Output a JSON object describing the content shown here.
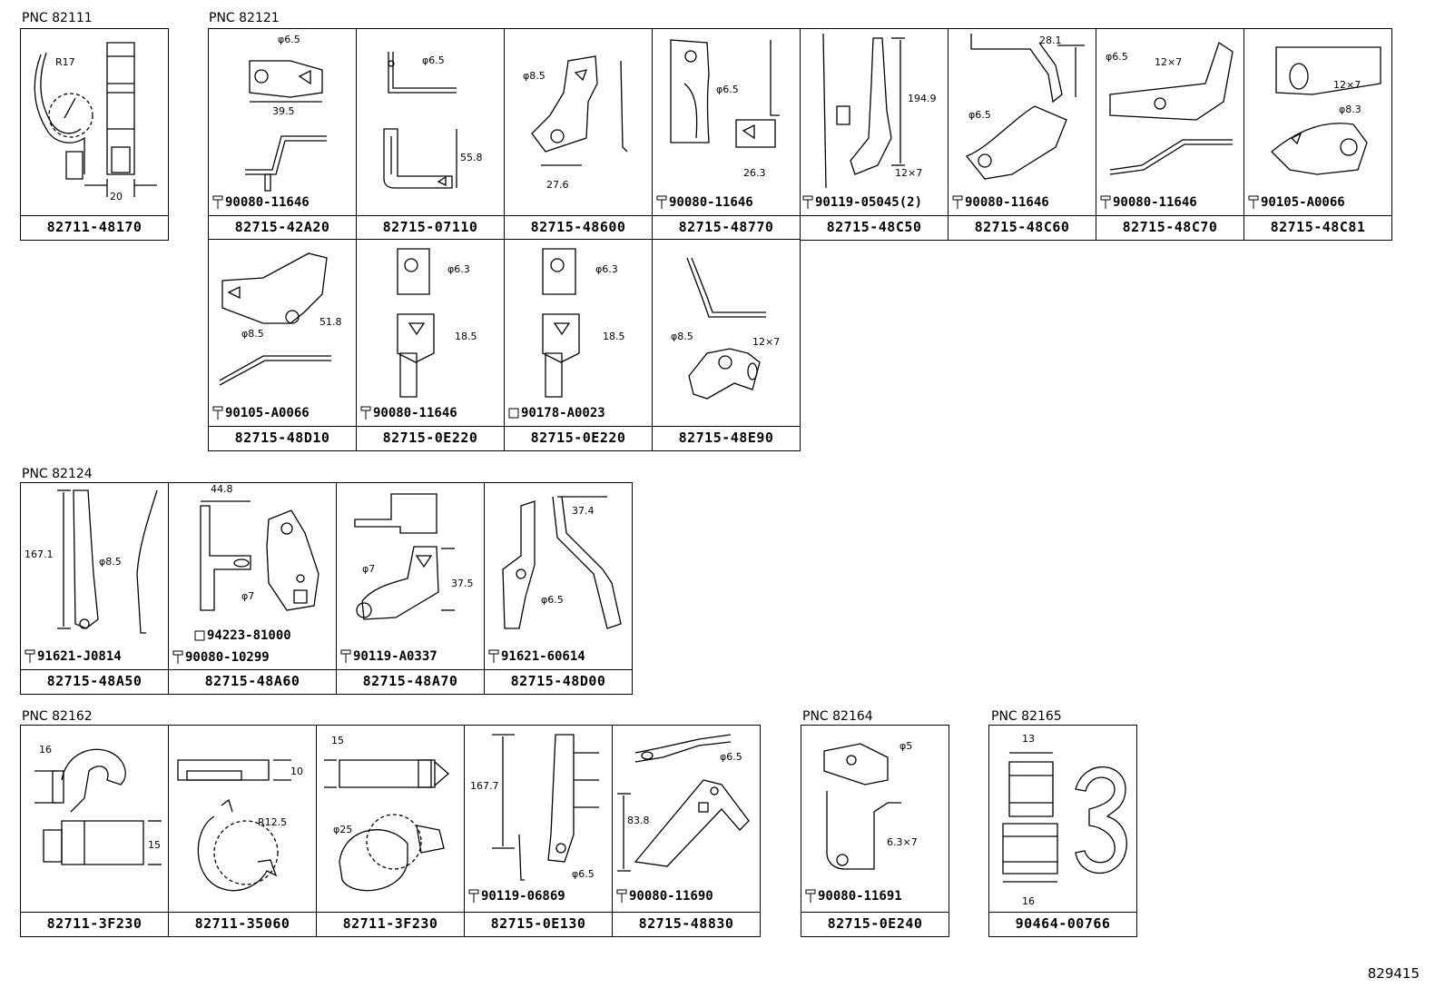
{
  "groups": [
    {
      "label": "PNC 82111",
      "cells": [
        {
          "part": "82711-48170",
          "fasteners": [],
          "dims": [
            "R17",
            "20"
          ]
        }
      ]
    },
    {
      "label": "PNC 82121",
      "cells": [
        {
          "part": "82715-42A20",
          "fasteners": [
            "90080-11646"
          ],
          "dims": [
            "φ6.5",
            "39.5"
          ]
        },
        {
          "part": "82715-07110",
          "fasteners": [],
          "dims": [
            "φ6.5",
            "55.8"
          ]
        },
        {
          "part": "82715-48600",
          "fasteners": [],
          "dims": [
            "φ8.5",
            "27.6"
          ]
        },
        {
          "part": "82715-48770",
          "fasteners": [
            "90080-11646"
          ],
          "dims": [
            "φ6.5",
            "26.3"
          ]
        },
        {
          "part": "82715-48C50",
          "fasteners": [
            "90119-05045(2)"
          ],
          "dims": [
            "194.9",
            "12×7"
          ]
        },
        {
          "part": "82715-48C60",
          "fasteners": [
            "90080-11646"
          ],
          "dims": [
            "28.1",
            "φ6.5"
          ]
        },
        {
          "part": "82715-48C70",
          "fasteners": [
            "90080-11646"
          ],
          "dims": [
            "φ6.5",
            "12×7"
          ]
        },
        {
          "part": "82715-48C81",
          "fasteners": [
            "90105-A0066"
          ],
          "dims": [
            "12×7",
            "φ8.3"
          ]
        },
        {
          "part": "82715-48D10",
          "fasteners": [
            "90105-A0066"
          ],
          "dims": [
            "51.8",
            "φ8.5"
          ]
        },
        {
          "part": "82715-0E220",
          "fasteners": [
            "90080-11646"
          ],
          "dims": [
            "φ6.3",
            "18.5"
          ]
        },
        {
          "part": "82715-0E220",
          "fasteners": [
            "90178-A0023"
          ],
          "dims": [
            "φ6.3",
            "18.5"
          ]
        },
        {
          "part": "82715-48E90",
          "fasteners": [],
          "dims": [
            "φ8.5",
            "12×7"
          ]
        }
      ]
    },
    {
      "label": "PNC 82124",
      "cells": [
        {
          "part": "82715-48A50",
          "fasteners": [
            "91621-J0814"
          ],
          "dims": [
            "167.1",
            "φ8.5"
          ]
        },
        {
          "part": "82715-48A60",
          "fasteners": [
            "94223-81000",
            "90080-10299"
          ],
          "dims": [
            "44.8",
            "φ7"
          ]
        },
        {
          "part": "82715-48A70",
          "fasteners": [
            "90119-A0337"
          ],
          "dims": [
            "φ7",
            "37.5"
          ]
        },
        {
          "part": "82715-48D00",
          "fasteners": [
            "91621-60614"
          ],
          "dims": [
            "37.4",
            "φ6.5"
          ]
        }
      ]
    },
    {
      "label": "PNC 82162",
      "cells": [
        {
          "part": "82711-3F230",
          "fasteners": [],
          "dims": [
            "16",
            "15"
          ]
        },
        {
          "part": "82711-35060",
          "fasteners": [],
          "dims": [
            "10",
            "R12.5"
          ]
        },
        {
          "part": "82711-3F230",
          "fasteners": [],
          "dims": [
            "15",
            "φ25"
          ]
        },
        {
          "part": "82715-0E130",
          "fasteners": [
            "90119-06869"
          ],
          "dims": [
            "167.7",
            "φ6.5"
          ]
        },
        {
          "part": "82715-48830",
          "fasteners": [
            "90080-11690"
          ],
          "dims": [
            "φ6.5",
            "83.8"
          ]
        }
      ]
    },
    {
      "label": "PNC 82164",
      "cells": [
        {
          "part": "82715-0E240",
          "fasteners": [
            "90080-11691"
          ],
          "dims": [
            "φ5",
            "6.3×7"
          ]
        }
      ]
    },
    {
      "label": "PNC 82165",
      "cells": [
        {
          "part": "90464-00766",
          "fasteners": [],
          "dims": [
            "13",
            "16"
          ]
        }
      ]
    }
  ],
  "illustration_ref": "829415"
}
